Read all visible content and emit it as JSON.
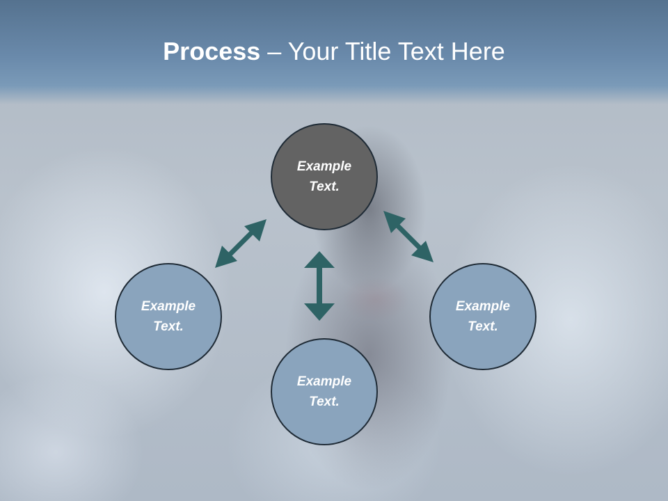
{
  "title": {
    "bold": "Process",
    "rest": " – Your Title Text Here"
  },
  "nodes": {
    "top": {
      "line1": "Example",
      "line2": "Text."
    },
    "left": {
      "line1": "Example",
      "line2": "Text."
    },
    "right": {
      "line1": "Example",
      "line2": "Text."
    },
    "bottom": {
      "line1": "Example",
      "line2": "Text."
    }
  },
  "colors": {
    "title_band": "#6a8aab",
    "circle_dark": "#636363",
    "circle_light": "#8aa4bd",
    "circle_border": "#1f2b36",
    "arrow": "#2e6365"
  }
}
